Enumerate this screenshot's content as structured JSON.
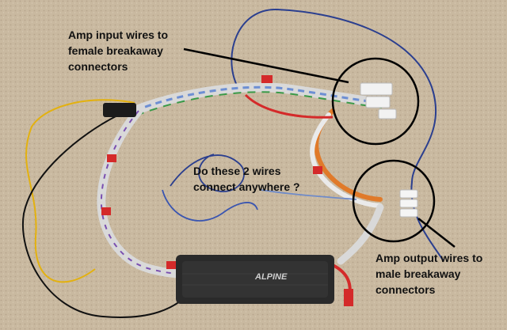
{
  "annotations": {
    "amp_input": "Amp input wires to\nfemale breakaway\nconnectors",
    "question": "Do these 2 wires\nconnect anywhere ?",
    "amp_output": "Amp output wires to\nmale breakaway\nconnectors"
  },
  "amplifier": {
    "brand": "ALPINE"
  },
  "colors": {
    "carpet": "#c9b9a0",
    "amp_body": "#2a2a2a",
    "wire_yellow": "#e3b10f",
    "wire_blue": "#2b3f8f",
    "wire_red": "#d42a2a",
    "wire_white": "#eeeeee"
  }
}
